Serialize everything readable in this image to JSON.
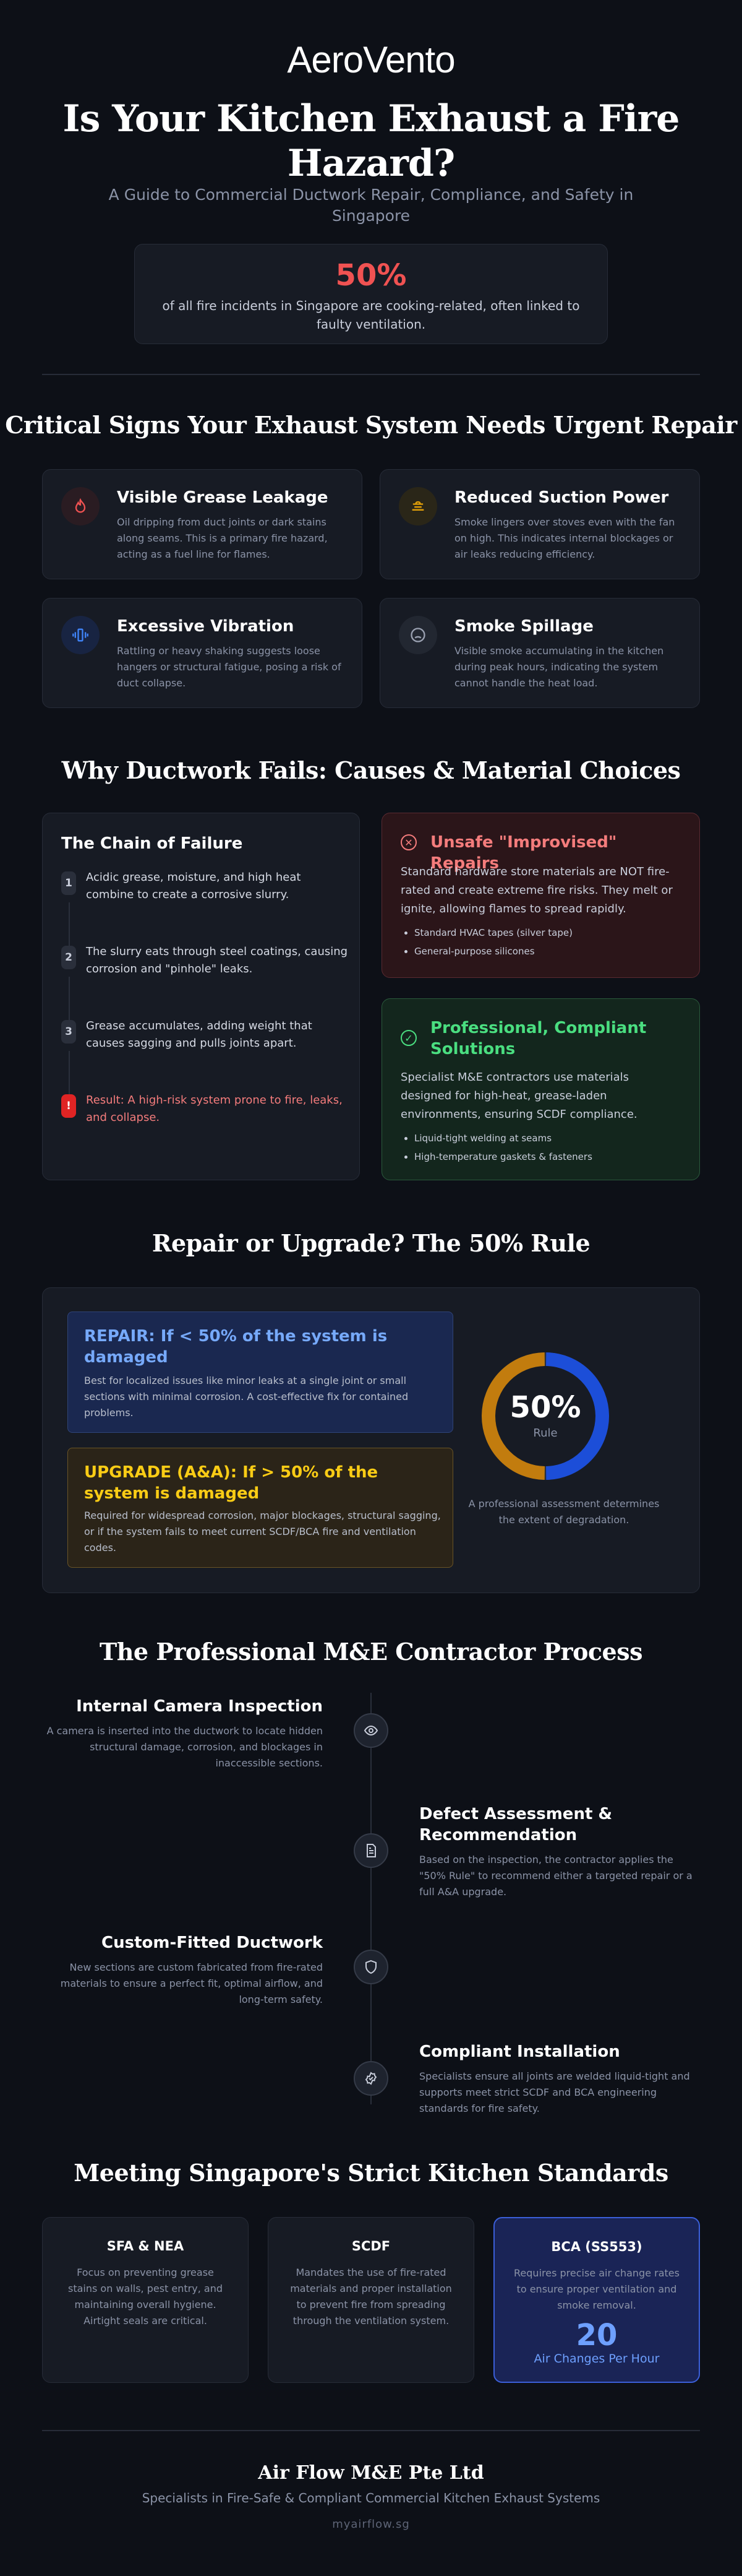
{
  "header": {
    "brand": "AeroVento",
    "title": "Is Your Kitchen Exhaust a Fire Hazard?",
    "subtitle": "A Guide to Commercial Ductwork Repair, Compliance, and Safety in Singapore",
    "stat_value": "50%",
    "stat_text": "of all fire incidents in Singapore are cooking-related, often linked to faulty ventilation."
  },
  "signs": {
    "title": "Critical Signs Your Exhaust System Needs Urgent Repair",
    "items": [
      {
        "title": "Visible Grease Leakage",
        "text": "Oil dripping from duct joints or dark stains along seams. This is a primary fire hazard, acting as a fuel line for flames.",
        "icon": "flame-icon",
        "color": "#f05252"
      },
      {
        "title": "Reduced Suction Power",
        "text": "Smoke lingers over stoves even with the fan on high. This indicates internal blockages or air leaks reducing efficiency.",
        "icon": "fan-icon",
        "color": "#e3a008"
      },
      {
        "title": "Excessive Vibration",
        "text": "Rattling or heavy shaking suggests loose hangers or structural fatigue, posing a risk of duct collapse.",
        "icon": "vibration-icon",
        "color": "#3f83f8"
      },
      {
        "title": "Smoke Spillage",
        "text": "Visible smoke accumulating in the kitchen during peak hours, indicating the system cannot handle the heat load.",
        "icon": "frown-icon",
        "color": "#9aa1b1"
      }
    ]
  },
  "causes": {
    "title": "Why Ductwork Fails: Causes & Material Choices",
    "chain_title": "The Chain of Failure",
    "steps": [
      {
        "n": "1",
        "text": "Acidic grease, moisture, and high heat combine to create a corrosive slurry."
      },
      {
        "n": "2",
        "text": "The slurry eats through steel coatings, causing corrosion and \"pinhole\" leaks."
      },
      {
        "n": "3",
        "text": "Grease accumulates, adding weight that causes sagging and pulls joints apart."
      }
    ],
    "result_mark": "!",
    "result": "Result: A high-risk system prone to fire, leaks, and collapse.",
    "unsafe": {
      "title": "Unsafe \"Improvised\" Repairs",
      "text": "Standard hardware store materials are NOT fire-rated and create extreme fire risks. They melt or ignite, allowing flames to spread rapidly.",
      "items": [
        "Standard HVAC tapes (silver tape)",
        "General-purpose silicones"
      ]
    },
    "safe": {
      "title": "Professional, Compliant Solutions",
      "text": "Specialist M&E contractors use materials designed for high-heat, grease-laden environments, ensuring SCDF compliance.",
      "items": [
        "Liquid-tight welding at seams",
        "High-temperature gaskets & fasteners"
      ]
    }
  },
  "rule": {
    "title": "Repair or Upgrade? The 50% Rule",
    "repair_title": "REPAIR: If < 50% of the system is damaged",
    "repair_text": "Best for localized issues like minor leaks at a single joint or small sections with minimal corrosion. A cost-effective fix for contained problems.",
    "upgrade_title": "UPGRADE (A&A): If > 50% of the system is damaged",
    "upgrade_text": "Required for widespread corrosion, major blockages, structural sagging, or if the system fails to meet current SCDF/BCA fire and ventilation codes.",
    "donut_value": "50%",
    "donut_caption": "Rule",
    "donut_split": 0.5,
    "donut_colors": [
      "#1c4ed8",
      "#c27c0e"
    ],
    "note": "A professional assessment determines the extent of degradation."
  },
  "process": {
    "title": "The Professional M&E Contractor Process",
    "steps": [
      {
        "title": "Internal Camera Inspection",
        "text": "A camera is inserted into the ductwork to locate hidden structural damage, corrosion, and blockages in inaccessible sections.",
        "icon": "eye-icon"
      },
      {
        "title": "Defect Assessment & Recommendation",
        "text": "Based on the inspection, the contractor applies the \"50% Rule\" to recommend either a targeted repair or a full A&A upgrade.",
        "icon": "document-icon"
      },
      {
        "title": "Custom-Fitted Ductwork",
        "text": "New sections are custom fabricated from fire-rated materials to ensure a perfect fit, optimal airflow, and long-term safety.",
        "icon": "shield-icon"
      },
      {
        "title": "Compliant Installation",
        "text": "Specialists ensure all joints are welded liquid-tight and supports meet strict SCDF and BCA engineering standards for fire safety.",
        "icon": "badge-check-icon"
      }
    ]
  },
  "standards": {
    "title": "Meeting Singapore's Strict Kitchen Standards",
    "items": [
      {
        "title": "SFA & NEA",
        "text": "Focus on preventing grease stains on walls, pest entry, and maintaining overall hygiene. Airtight seals are critical."
      },
      {
        "title": "SCDF",
        "text": "Mandates the use of fire-rated materials and proper installation to prevent fire from spreading through the ventilation system."
      },
      {
        "title": "BCA (SS553)",
        "text": "Requires precise air change rates to ensure proper ventilation and smoke removal.",
        "value": "20",
        "value_caption": "Air Changes Per Hour"
      }
    ]
  },
  "footer": {
    "company": "Air Flow M&E Pte Ltd",
    "tagline": "Specialists in Fire-Safe & Compliant Commercial Kitchen Exhaust Systems",
    "url": "myairflow.sg"
  }
}
